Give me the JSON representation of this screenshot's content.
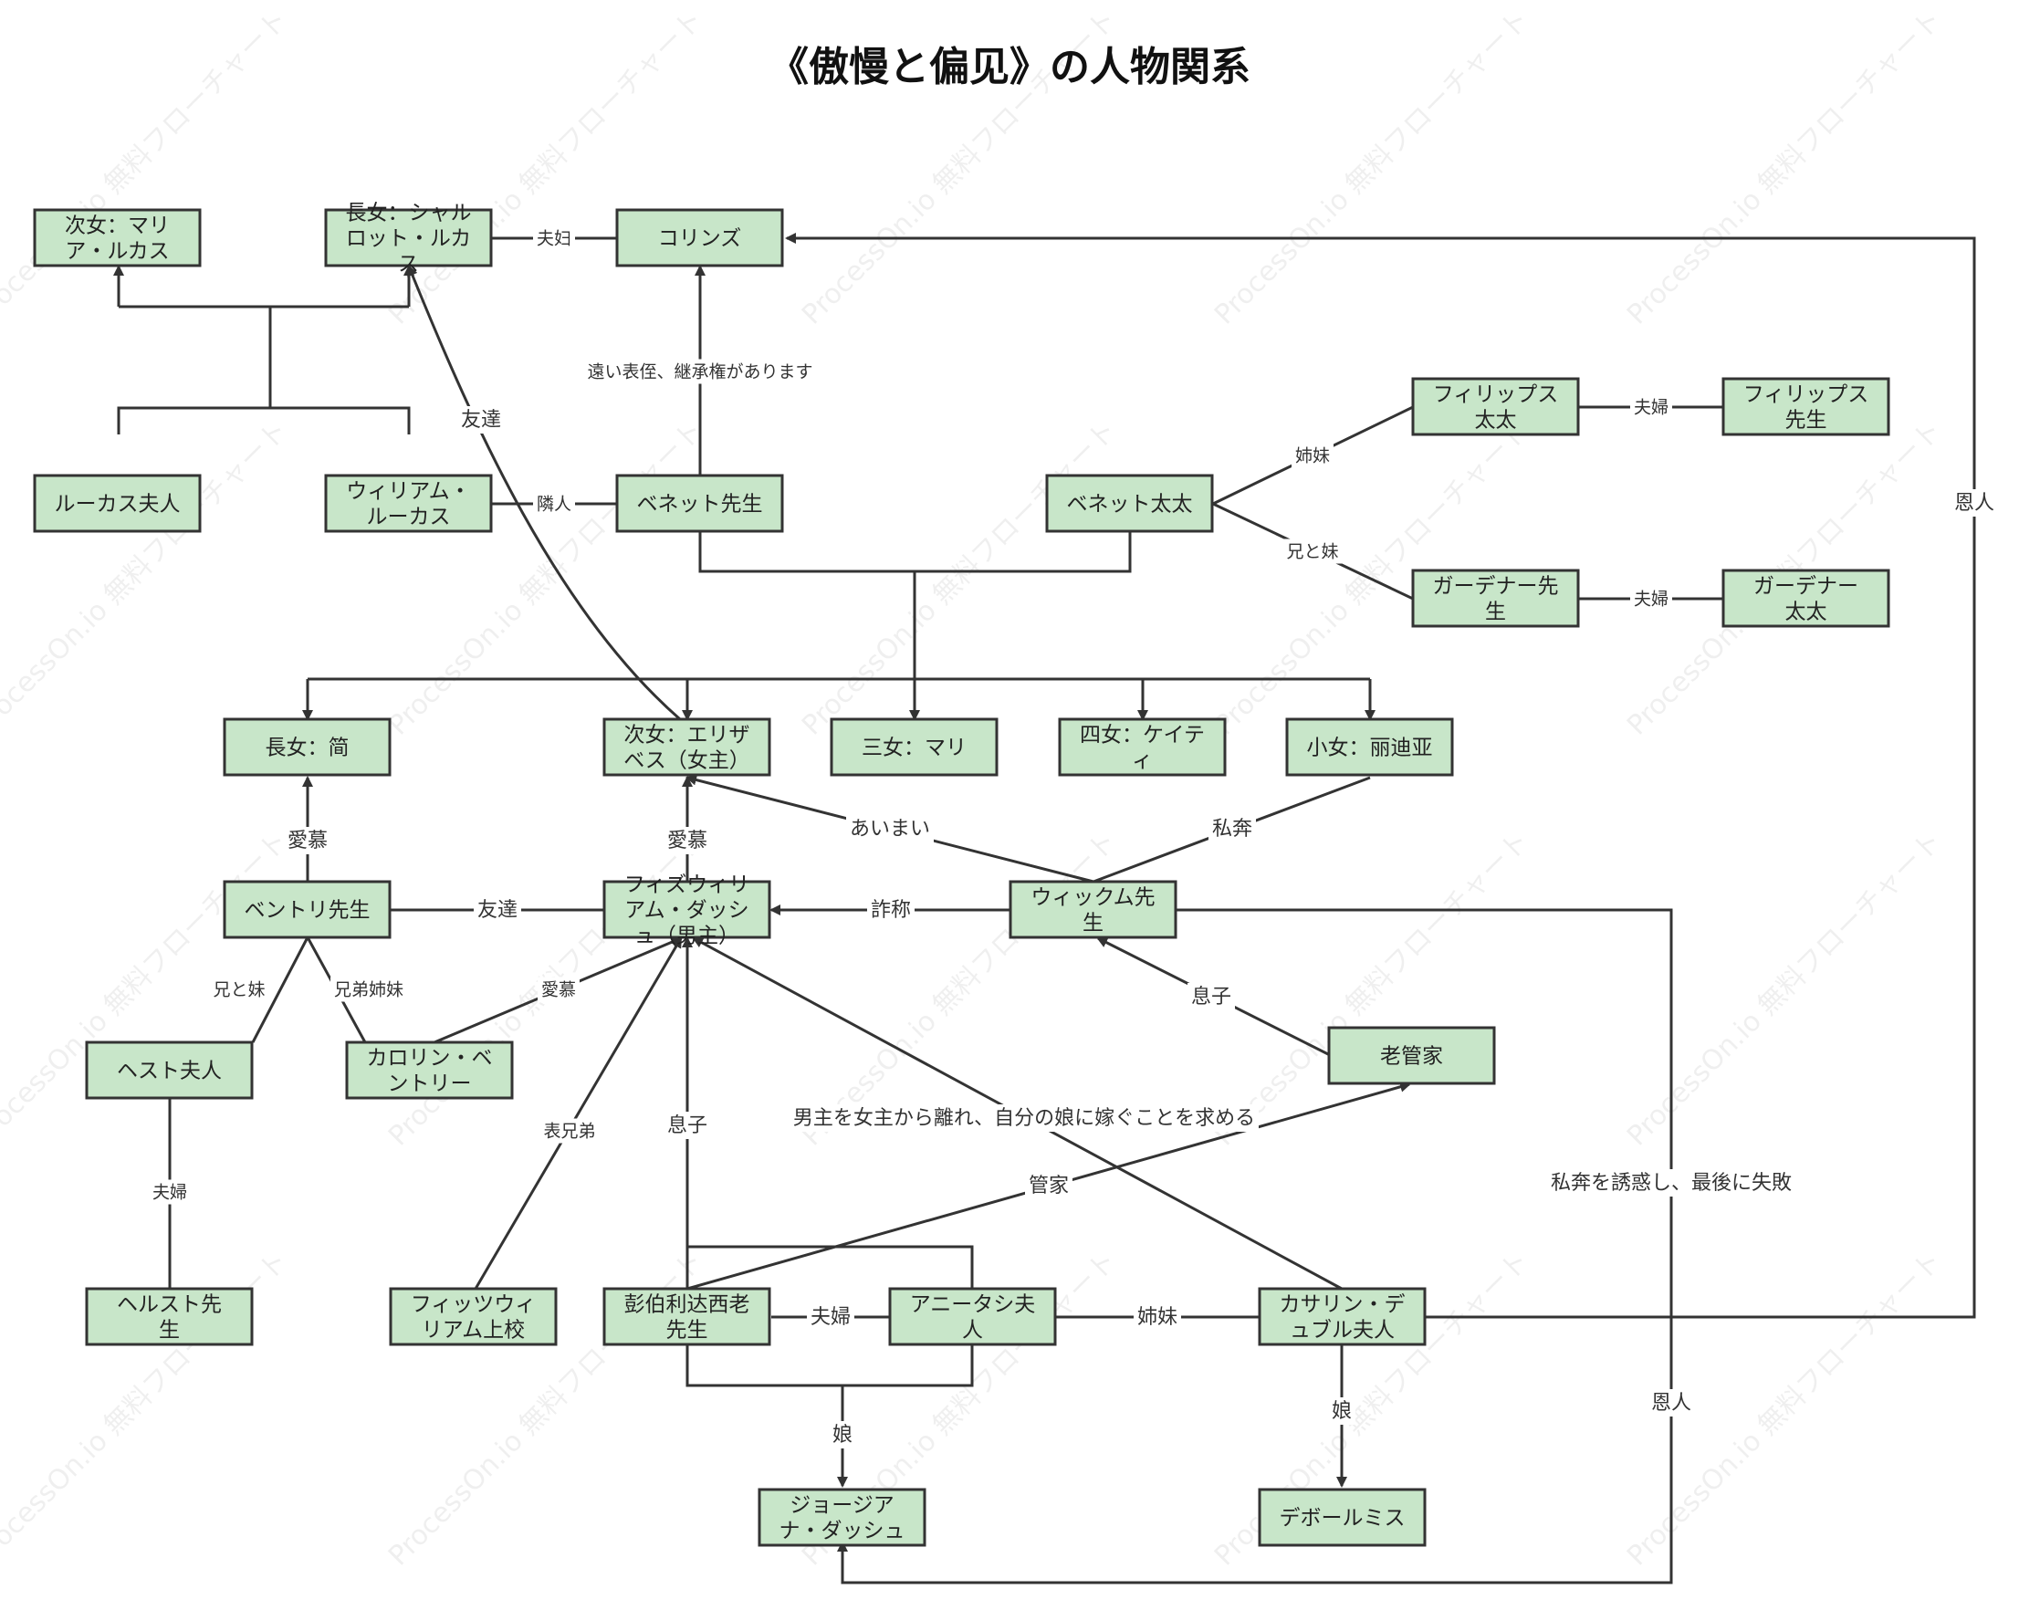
{
  "title": "《傲慢と偏见》の人物関系",
  "watermark": "ProcessOn.io 無料フローチャート",
  "colors": {
    "node_fill": "#c8e6c9",
    "stroke": "#333333"
  },
  "nodes": {
    "maria_lucas": [
      "次女：マリ",
      "ア・ルカス"
    ],
    "charlotte": [
      "長女：シャル",
      "ロット・ルカ",
      "ス"
    ],
    "collins": [
      "コリンズ"
    ],
    "lady_lucas": [
      "ルーカス夫人"
    ],
    "william_lucas": [
      "ウィリアム・",
      "ルーカス"
    ],
    "mr_bennet": [
      "ベネット先生"
    ],
    "mrs_bennet": [
      "ベネット太太"
    ],
    "mrs_philips": [
      "フィリップス",
      "太太"
    ],
    "mr_philips": [
      "フィリップス",
      "先生"
    ],
    "mr_gardiner": [
      "ガーデナー先",
      "生"
    ],
    "mrs_gardiner": [
      "ガーデナー",
      "太太"
    ],
    "jane": [
      "長女：简"
    ],
    "elizabeth": [
      "次女：エリザ",
      "ベス（女主）"
    ],
    "mary": [
      "三女：マリ"
    ],
    "kitty": [
      "四女：ケイテ",
      "ィ"
    ],
    "lydia": [
      "小女：丽迪亚"
    ],
    "bingley": [
      "ベントリ先生"
    ],
    "darcy": [
      "フィズウィリ",
      "アム・ダッシ",
      "ュ（男主）"
    ],
    "wickham": [
      "ウィックム先",
      "生"
    ],
    "mrs_hurst": [
      "ヘスト夫人"
    ],
    "caroline": [
      "カロリン・ベ",
      "ントリー"
    ],
    "steward": [
      "老管家"
    ],
    "mr_hurst": [
      "ヘルスト先",
      "生"
    ],
    "colonel": [
      "フィッツウィ",
      "リアム上校"
    ],
    "old_darcy": [
      "彭伯利达西老",
      "先生"
    ],
    "lady_anne": [
      "アニータシ夫",
      "人"
    ],
    "lady_catherine": [
      "カサリン・デ",
      "ュブル夫人"
    ],
    "georgiana": [
      "ジョージア",
      "ナ・ダッシュ"
    ],
    "de_bourgh": [
      "デボールミス"
    ]
  },
  "edge_labels": {
    "husband_wife_1": "夫妇",
    "distant_cousin": "遠い表侄、継承権があります",
    "friend_1": "友達",
    "neighbor": "隣人",
    "sisters_1": "姉妹",
    "siblings_1": "兄と妹",
    "couple_1": "夫婦",
    "couple_2": "夫婦",
    "benefactor_1": "恩人",
    "admire_1": "愛慕",
    "admire_2": "愛慕",
    "ambiguous": "あいまい",
    "elope": "私奔",
    "friend_2": "友達",
    "fraud": "詐称",
    "siblings_2": "兄と妹",
    "siblings_3": "兄弟姉妹",
    "admire_3": "愛慕",
    "son_1": "息子",
    "couple_3": "夫婦",
    "cousin": "表兄弟",
    "son_2": "息子",
    "demand": "男主を女主から離れ、自分の娘に嫁ぐことを求める",
    "steward_label": "管家",
    "tempt": "私奔を誘惑し、最後に失敗",
    "couple_4": "夫婦",
    "sisters_2": "姉妹",
    "daughter_1": "娘",
    "daughter_2": "娘",
    "benefactor_2": "恩人"
  }
}
